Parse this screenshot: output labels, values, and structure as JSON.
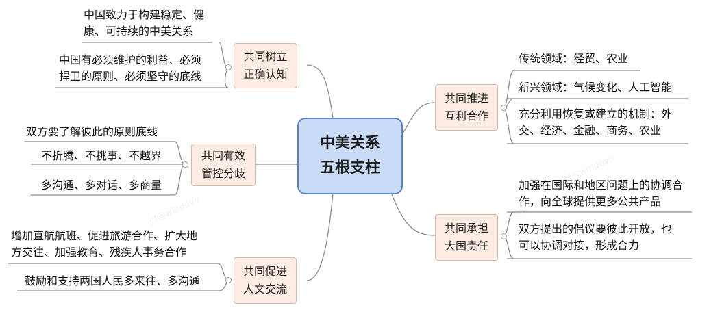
{
  "center": {
    "line1": "中美关系",
    "line2": "五根支柱"
  },
  "branches": [
    {
      "line1": "共同树立",
      "line2": "正确认知"
    },
    {
      "line1": "共同有效",
      "line2": "管控分歧"
    },
    {
      "line1": "共同促进",
      "line2": "人文交流"
    },
    {
      "line1": "共同推进",
      "line2": "互利合作"
    },
    {
      "line1": "共同承担",
      "line2": "大国责任"
    }
  ],
  "leaves": {
    "cognition": [
      {
        "line1": "中国致力于构建稳定、健",
        "line2": "康、可持续的中美关系"
      },
      {
        "line1": "中国有必须维护的利益、必须",
        "line2": "捍卫的原则、必须坚守的底线"
      }
    ],
    "differences": [
      {
        "line1": "双方要了解彼此的原则底线"
      },
      {
        "line1": "不折腾、不挑事、不越界"
      },
      {
        "line1": "多沟通、多对话、多商量"
      }
    ],
    "exchange": [
      {
        "line1": "增加直航航班、促进旅游合作、扩大地",
        "line2": "方交往、加强教育、残疾人事务合作"
      },
      {
        "line1": "鼓励和支持两国人民多来往、多沟通"
      }
    ],
    "cooperation": [
      {
        "line1": "传统领域：经贸、农业"
      },
      {
        "line1": "新兴领域：气候变化、人工智能"
      },
      {
        "line1": "充分利用恢复或建立的机制：外",
        "line2": "交、经济、金融、商务、农业"
      }
    ],
    "responsibility": [
      {
        "line1": "加强在国际和地区问题上的协调合",
        "line2": "作，向全球提供更多公共产品"
      },
      {
        "line1": "双方提出的倡议要彼此开放，也",
        "line2": "可以协调对接，形成合力"
      }
    ]
  },
  "watermark": "yf@windovo",
  "colors": {
    "center_fill": "#c9dbf7",
    "center_border": "#5b83c0",
    "branch_fill": "#fdece3",
    "line": "#888888"
  }
}
